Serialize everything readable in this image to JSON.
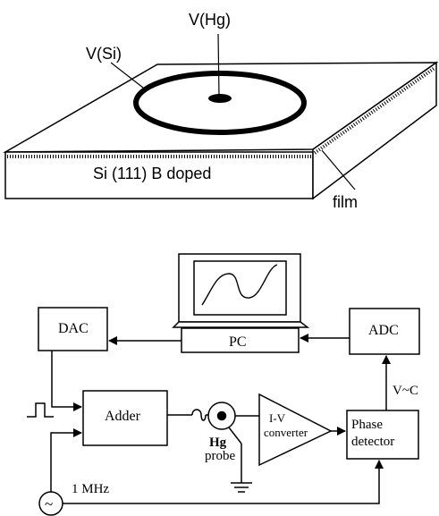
{
  "top_figure": {
    "label_hg": "V(Hg)",
    "label_si": "V(Si)",
    "substrate_label": "Si (111) B doped",
    "film_label": "film"
  },
  "bottom_figure": {
    "dac": "DAC",
    "pc": "PC",
    "adc": "ADC",
    "adder": "Adder",
    "iv_line1": "I-V",
    "iv_line2": "converter",
    "phase_line1": "Phase",
    "phase_line2": "detector",
    "hg_line1": "Hg",
    "hg_line2": "probe",
    "vc": "V~C",
    "freq": "1 MHz",
    "source_symbol": "~"
  }
}
